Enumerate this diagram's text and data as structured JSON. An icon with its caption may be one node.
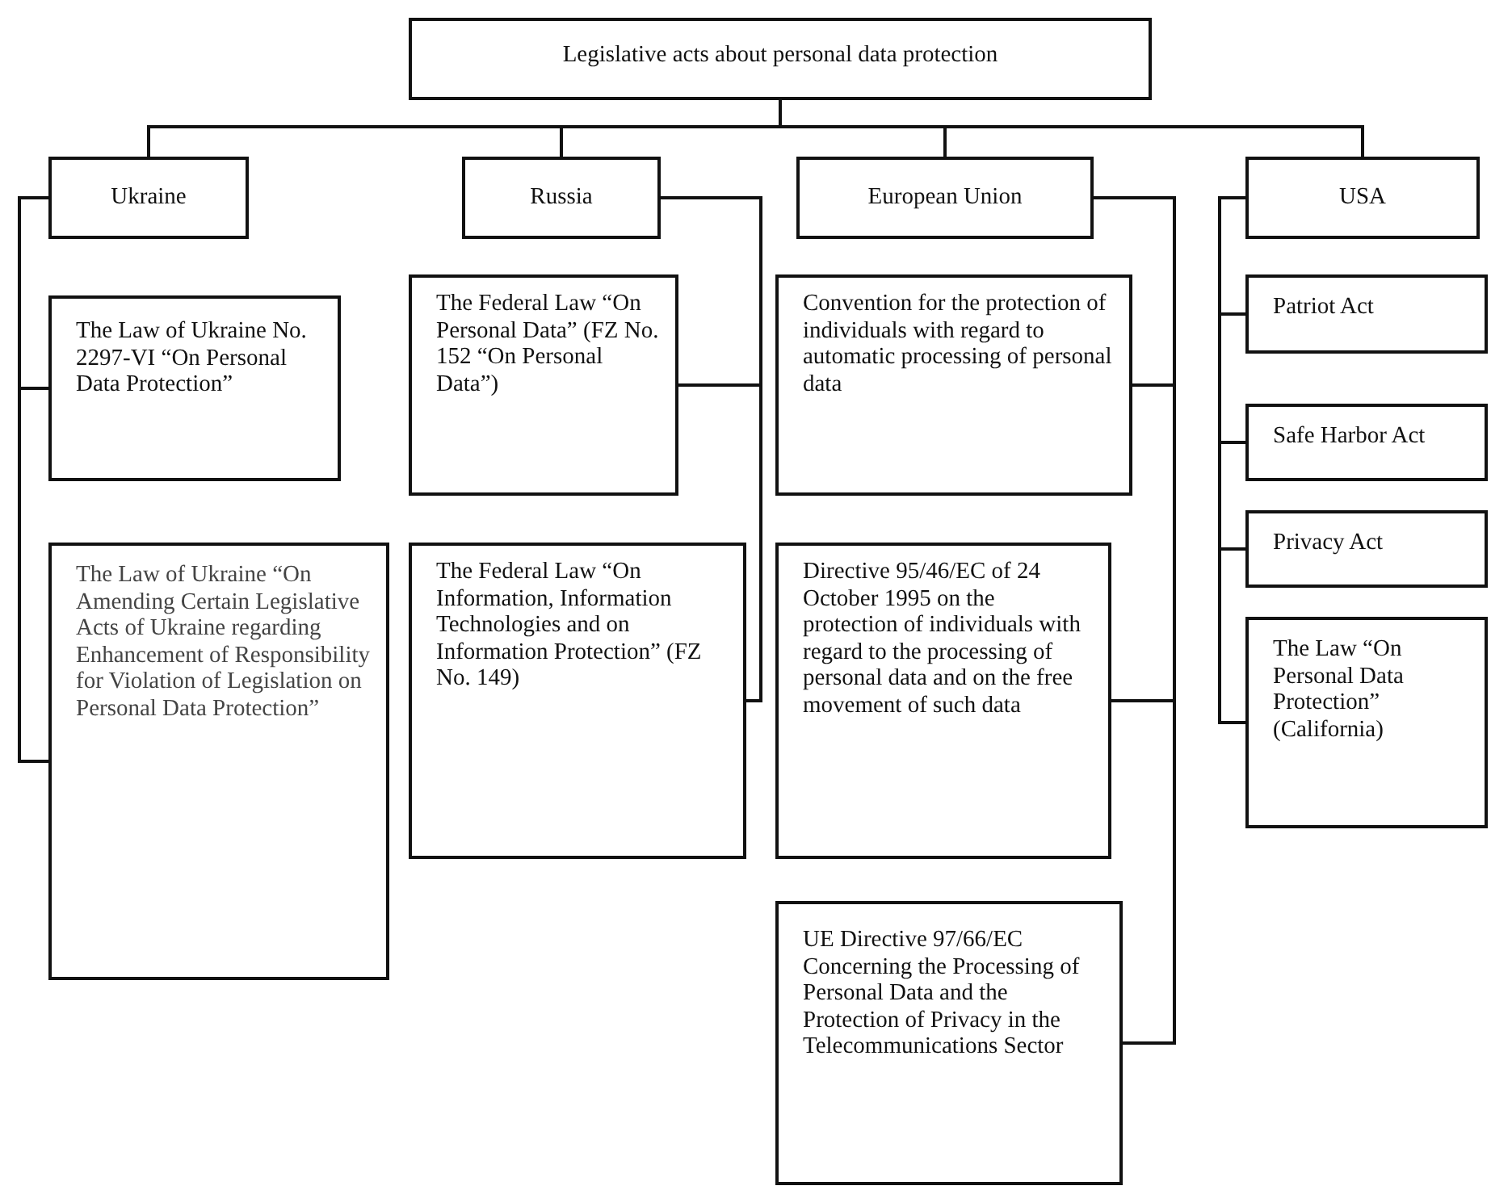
{
  "diagram": {
    "nodes": [
      {
        "text": [
          "Legislative acts about personal data protection"
        ]
      },
      {
        "text": [
          "Ukraine"
        ]
      },
      {
        "text": [
          "Russia"
        ]
      },
      {
        "text": [
          "European Union"
        ]
      },
      {
        "text": [
          "USA"
        ]
      },
      {
        "text": [
          "The Law of Ukraine No. 2297-VI “On Personal Data Protection”"
        ]
      },
      {
        "text": [
          "The Law of Ukraine “On Amending Certain Legislative Acts of Ukraine regarding Enhancement of Responsibility for Violation of Legislation on Personal Data Protection”"
        ]
      },
      {
        "text": [
          "The Federal Law “On Personal Data” (FZ No. 152 “On Personal Data”)"
        ]
      },
      {
        "text": [
          "The Federal Law “On Information, Information Technologies and on Information Protection” (FZ No. 149)"
        ]
      },
      {
        "text": [
          "Convention for the protection of individuals with regard to automatic processing of personal data"
        ]
      },
      {
        "text": [
          "Directive 95/46/EC of 24 October 1995 on the protection of individuals with regard to the processing of personal data and on the free movement of such data"
        ]
      },
      {
        "text": [
          "UE Directive 97/66/EC Concerning the Processing of Personal Data and the Protection of Privacy in the Telecommunications Sector"
        ]
      },
      {
        "text": [
          "Patriot Act"
        ]
      },
      {
        "text": [
          "Safe Harbor Act"
        ]
      },
      {
        "text": [
          "Privacy Act"
        ]
      },
      {
        "text": [
          "The Law “On Personal Data Protection” (California)"
        ]
      }
    ],
    "edges": [
      {
        "from": 0,
        "to": 1,
        "arrow": "none"
      },
      {
        "from": 0,
        "to": 2,
        "arrow": "none"
      },
      {
        "from": 0,
        "to": 3,
        "arrow": "none"
      },
      {
        "from": 0,
        "to": 4,
        "arrow": "none"
      },
      {
        "from": 1,
        "to": 5,
        "arrow": "none"
      },
      {
        "from": 1,
        "to": 6,
        "arrow": "none"
      },
      {
        "from": 2,
        "to": 7,
        "arrow": "none"
      },
      {
        "from": 2,
        "to": 8,
        "arrow": "none"
      },
      {
        "from": 3,
        "to": 9,
        "arrow": "none"
      },
      {
        "from": 3,
        "to": 10,
        "arrow": "none"
      },
      {
        "from": 3,
        "to": 11,
        "arrow": "none"
      },
      {
        "from": 4,
        "to": 12,
        "arrow": "none"
      },
      {
        "from": 4,
        "to": 13,
        "arrow": "none"
      },
      {
        "from": 4,
        "to": 14,
        "arrow": "none"
      },
      {
        "from": 4,
        "to": 15,
        "arrow": "none"
      }
    ]
  }
}
